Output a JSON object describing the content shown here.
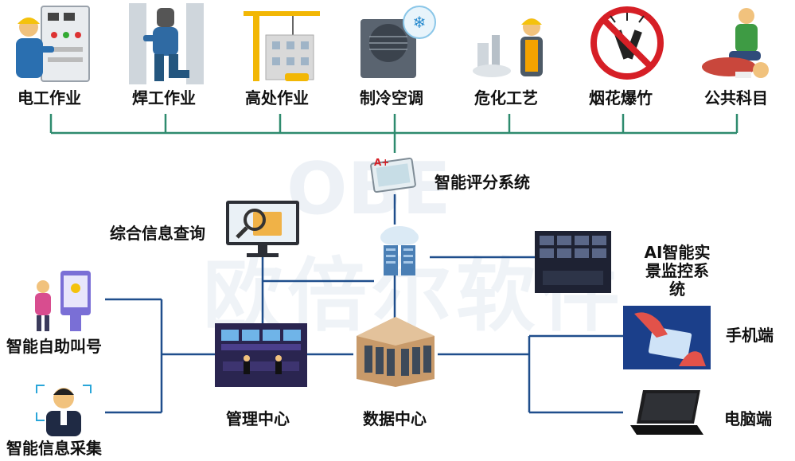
{
  "watermark": {
    "logo_text": "OBE",
    "company_name": "欧倍尔软件"
  },
  "top_categories": [
    {
      "label": "电工作业",
      "icon": "electrician-icon"
    },
    {
      "label": "焊工作业",
      "icon": "welder-icon"
    },
    {
      "label": "高处作业",
      "icon": "crane-construction-icon"
    },
    {
      "label": "制冷空调",
      "icon": "air-conditioner-icon"
    },
    {
      "label": "危化工艺",
      "icon": "chemical-plant-worker-icon"
    },
    {
      "label": "烟花爆竹",
      "icon": "no-fireworks-icon"
    },
    {
      "label": "公共科目",
      "icon": "first-aid-cpr-icon"
    }
  ],
  "nodes": {
    "scoring_system": "智能评分系统",
    "info_query": "综合信息查询",
    "ai_monitoring": "AI智能实景监控系统",
    "self_service_call": "智能自助叫号",
    "info_collection": "智能信息采集",
    "management_center": "管理中心",
    "data_center": "数据中心",
    "mobile_client": "手机端",
    "pc_client": "电脑端"
  },
  "colors": {
    "top_bus": "#2e8b6e",
    "bottom_bus": "#1f4e8c"
  }
}
